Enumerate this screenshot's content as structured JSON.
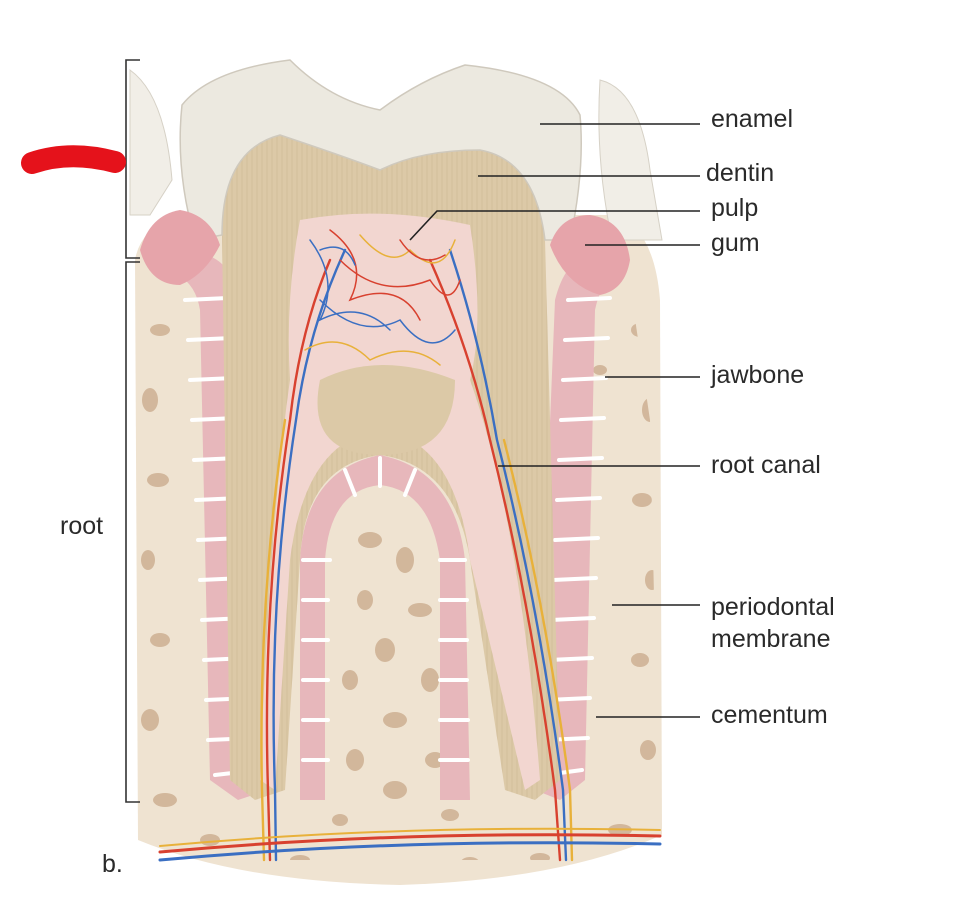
{
  "labels": {
    "enamel": "enamel",
    "dentin": "dentin",
    "pulp": "pulp",
    "gum": "gum",
    "jawbone": "jawbone",
    "root_canal": "root canal",
    "periodontal_line1": "periodontal",
    "periodontal_line2": "membrane",
    "cementum": "cementum",
    "root": "root",
    "panel": "b."
  },
  "colors": {
    "enamel": "#ece9e0",
    "dentin": "#dcc9a7",
    "pulp": "#f2d6d0",
    "gum": "#e6a4aa",
    "bone": "#efe3d1",
    "bone_spots": "#c9a98a",
    "ligament": "#e7b7bb",
    "ligament_fibers": "#ffffff",
    "artery": "#d8412f",
    "vein": "#3b6fc2",
    "nerve": "#e8b13a",
    "marker": "#e5121b",
    "leader": "#222222"
  },
  "icons": {
    "highlight": "red-marker-stroke"
  }
}
